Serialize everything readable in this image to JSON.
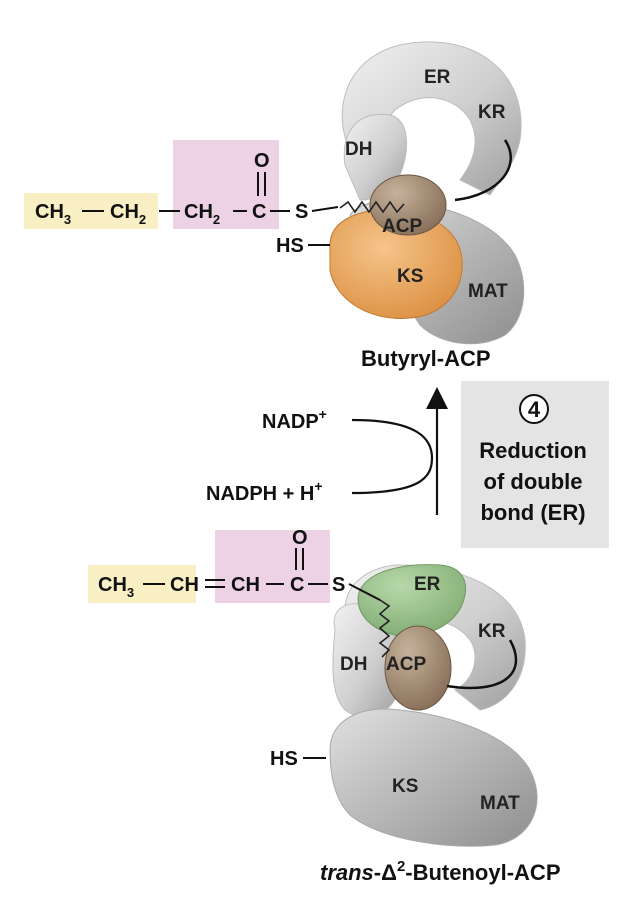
{
  "top": {
    "chain": [
      "CH",
      "3",
      "CH",
      "2",
      "CH",
      "2",
      "C",
      "S",
      "O"
    ],
    "hs": "HS",
    "domains": {
      "er": "ER",
      "kr": "KR",
      "dh": "DH",
      "acp": "ACP",
      "ks": "KS",
      "mat": "MAT"
    },
    "name": "Butyryl-ACP"
  },
  "reaction": {
    "cofactor_out": "NADP",
    "cofactor_out_sup": "+",
    "cofactor_in": "NADPH + H",
    "cofactor_in_sup": "+",
    "step_number": "4",
    "step_lines": [
      "Reduction",
      "of double",
      "bond (ER)"
    ]
  },
  "bottom": {
    "chain": [
      "CH",
      "3",
      "CH",
      "CH",
      "C",
      "S",
      "O"
    ],
    "hs": "HS",
    "domains": {
      "er": "ER",
      "kr": "KR",
      "dh": "DH",
      "acp": "ACP",
      "ks": "KS",
      "mat": "MAT"
    },
    "name_prefix": "trans",
    "name_delta": "-Δ",
    "name_sup": "2",
    "name_rest": "-Butenoyl-ACP"
  },
  "colors": {
    "yellow_box": "#f8f0c4",
    "pink_box": "#ecd2e4",
    "domain_gray": "#d3d3d3",
    "ks_orange": "#e9a55a",
    "acp_brown": "#a79078",
    "er_green": "#97bf8a",
    "step_box": "#e4e4e4"
  }
}
